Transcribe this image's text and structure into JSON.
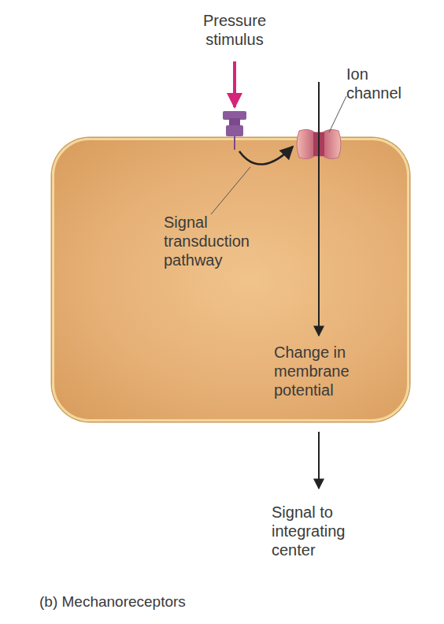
{
  "diagram": {
    "caption": "(b) Mechanoreceptors",
    "nodes": [
      {
        "text": [
          "Signal transduction pathway",
          "Change in membrane potential"
        ]
      }
    ],
    "labels": [
      "Pressure stimulus",
      "Ion channel",
      "Signal to integrating center"
    ]
  }
}
